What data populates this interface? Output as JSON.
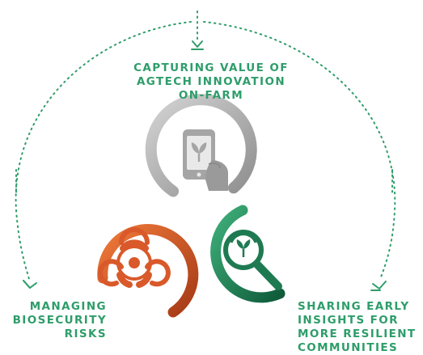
{
  "labels": {
    "top": [
      "CAPTURING VALUE OF",
      "AGTECH INNOVATION",
      "ON-FARM"
    ],
    "left": [
      "MANAGING",
      "BIOSECURITY",
      "RISKS"
    ],
    "right": [
      "SHARING EARLY",
      "INSIGHTS FOR",
      "MORE RESILIENT",
      "COMMUNITIES"
    ]
  },
  "colors": {
    "label_text": "#2e9d6a",
    "dotted_arc": "#2e9d6a",
    "gray_ring": "#b4b4b4",
    "orange_ring": "#e0602a",
    "green_ring": "#1f8a5a"
  },
  "icons": {
    "top": "smartphone-sprout-icon",
    "left": "biohazard-icon",
    "right": "magnifier-sprout-icon"
  }
}
